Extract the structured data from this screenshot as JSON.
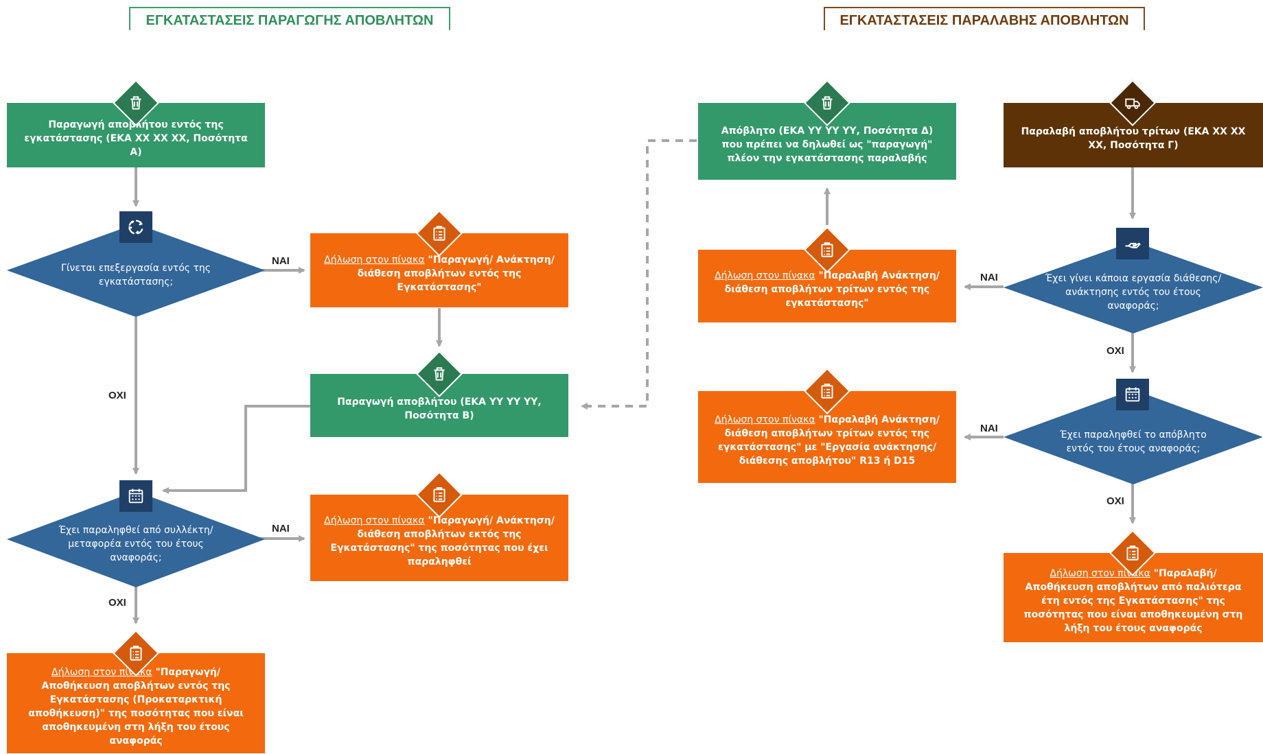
{
  "headers": {
    "production": "ΕΓΚΑΤΑΣΤΑΣΕΙΣ ΠΑΡΑΓΩΓΗΣ ΑΠΟΒΛΗΤΩΝ",
    "receiving": "ΕΓΚΑΤΑΣΤΑΣΕΙΣ ΠΑΡΑΛΑΒΗΣ ΑΠΟΒΛΗΤΩΝ"
  },
  "nodes": {
    "prod_a": "Παραγωγή αποβλήτου εντός της εγκατάστασης (ΕΚΑ ΧΧ ΧΧ ΧΧ, Ποσότητα Α)",
    "q_processing": "Γίνεται επεξεργασία εντός της εγκατάστασης;",
    "decl_processing_link": "Δήλωση στον πίνακα",
    "decl_processing_rest": "\"Παραγωγή/ Ανάκτηση/διάθεση αποβλήτων εντός της Εγκατάστασης\"",
    "prod_b": "Παραγωγή αποβλήτου (ΕΚΑ ΥΥ ΥΥ ΥΥ, Ποσότητα Β)",
    "q_collector": "Έχει παραληφθεί από συλλέκτη/ μεταφορέα εντός του έτους αναφοράς;",
    "decl_external_link": "Δήλωση στον πίνακα",
    "decl_external_rest": "\"Παραγωγή/ Ανάκτηση/διάθεση αποβλήτων εκτός της Εγκατάστασης\" της ποσότητας που έχει παραληφθεί",
    "decl_storage_link": "Δήλωση στον πίνακα",
    "decl_storage_rest": "\"Παραγωγή/ Αποθήκευση αποβλήτων εντός της Εγκατάστασης (Προκαταρκτική αποθήκευση)\" της ποσότητας που είναι αποθηκευμένη στη λήξη του έτους αναφοράς",
    "waste_d": "Απόβλητο (ΕΚΑ ΥΥ ΥΥ ΥΥ, Ποσότητα Δ) που πρέπει να δηλωθεί ως \"παραγωγή\" πλέον την εγκατάστασης παραλαβής",
    "receive_g": "Παραλαβή αποβλήτου τρίτων (ΕΚΑ ΧΧ ΧΧ ΧΧ, Ποσότητα Γ)",
    "q_operation": "Έχει γίνει κάποια εργασία διάθεσης/ανάκτησης εντός του έτους αναφοράς;",
    "decl_third_link": "Δήλωση στον πίνακα",
    "decl_third_rest": "\"Παραλαβή Ανάκτηση/διάθεση αποβλήτων τρίτων εντός της εγκατάστασης\"",
    "q_received": "Έχει παραληφθεί το απόβλητο εντός του έτους αναφοράς;",
    "decl_third_r13_link": "Δήλωση στον πίνακα",
    "decl_third_r13_rest": "\"Παραλαβή Ανάκτηση/διάθεση αποβλήτων τρίτων εντός της εγκατάστασης\" με \"Εργασία ανάκτησης/διάθεσης αποβλήτου\" R13 ή D15",
    "decl_old_storage_link": "Δήλωση στον πίνακα",
    "decl_old_storage_rest": "\"Παραλαβή/ Αποθήκευση αποβλήτων από παλιότερα έτη εντός της Εγκατάστασης\" της ποσότητας που είναι αποθηκευμένη στη λήξη του έτους αναφοράς"
  },
  "edge_labels": {
    "yes": "ΝΑΙ",
    "no": "ΟΧΙ"
  },
  "colors": {
    "green": "#33996a",
    "orange": "#f36a0e",
    "brown": "#5d3207",
    "blue": "#336699",
    "connector": "#a6a6a6"
  },
  "icons": {
    "trash": "trash-icon",
    "clipboard": "clipboard-icon",
    "truck": "truck-icon",
    "recycle": "recycle-icon",
    "calendar": "calendar-icon",
    "hand": "hand-icon"
  }
}
